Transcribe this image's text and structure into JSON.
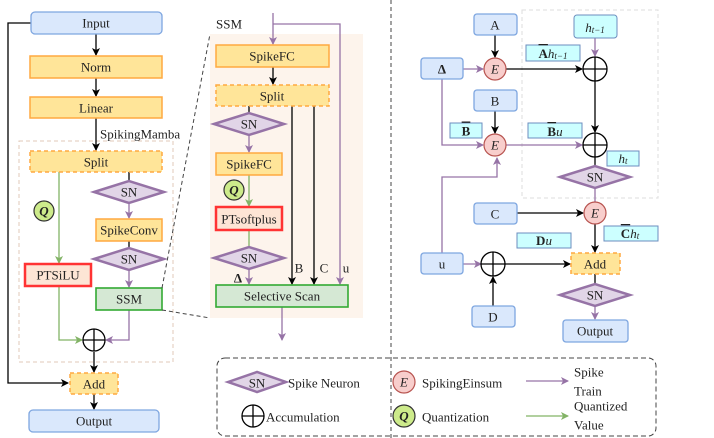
{
  "left": {
    "input": "Input",
    "norm": "Norm",
    "linear": "Linear",
    "block_label": "SpikingMamba",
    "split": "Split",
    "sn": "SN",
    "spikeconv": "SpikeConv",
    "ptsilu": "PTSiLU",
    "ssm": "SSM",
    "q": "Q",
    "add": "Add",
    "output": "Output"
  },
  "middle": {
    "title": "SSM",
    "spikefc1": "SpikeFC",
    "split": "Split",
    "sn": "SN",
    "spikefc2": "SpikeFC",
    "q": "Q",
    "ptsoftplus": "PTsoftplus",
    "delta": "Δ",
    "b": "B",
    "c": "C",
    "u": "u",
    "selective_scan": "Selective Scan"
  },
  "right": {
    "a": "A",
    "h_prev": {
      "base": "h",
      "sub": "t−1"
    },
    "delta": "Δ",
    "b": "B",
    "c": "C",
    "u": "u",
    "d": "D",
    "e": "E",
    "sn": "SN",
    "add": "Add",
    "output": "Output",
    "a_bar_h": {
      "bar": "A",
      "base": "h",
      "sub": "t−1"
    },
    "b_bar": "B",
    "b_bar_u": {
      "bar": "B",
      "base": "u"
    },
    "h_t": {
      "base": "h",
      "sub": "t"
    },
    "c_bar_h": {
      "bar": "C",
      "base": "h",
      "sub": "t"
    },
    "du": {
      "bold": "D",
      "base": "u"
    }
  },
  "legend": {
    "sn_symbol": "SN",
    "sn_label": "Spike Neuron",
    "acc_label": "Accumulation",
    "e_symbol": "E",
    "e_label": "SpikingEinsum",
    "q_symbol": "Q",
    "q_label": "Quantization",
    "spike_train": [
      "Spike",
      "Train"
    ],
    "quantized_value": [
      "Quantized",
      "Value"
    ]
  },
  "colors": {
    "spike_train": "#9673a6",
    "quantized_value": "#82b366",
    "neuron": "#e1d5e7",
    "einsum": "#f8cecc",
    "quantization": "#cdeb8b"
  }
}
